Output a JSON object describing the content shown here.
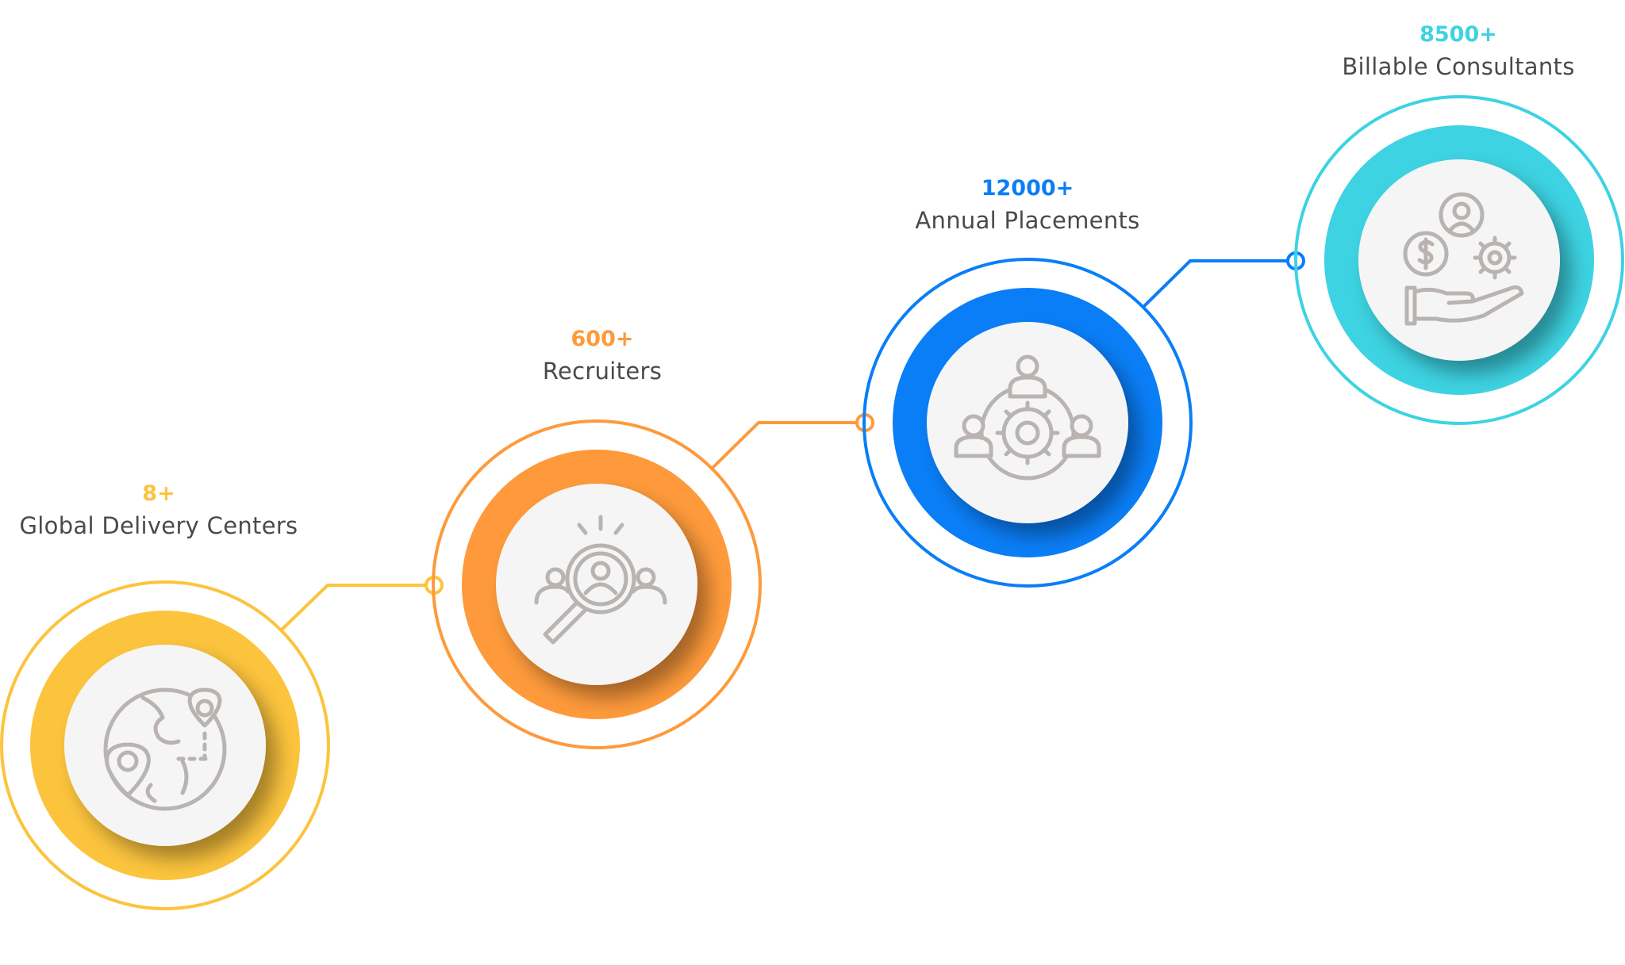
{
  "stats": [
    {
      "value": "8+",
      "label": "Global Delivery Centers",
      "color": "#fcc43d",
      "icon": "globe-location-icon"
    },
    {
      "value": "600+",
      "label": "Recruiters",
      "color": "#fe9a3b",
      "icon": "recruiter-search-icon"
    },
    {
      "value": "12000+",
      "label": "Annual Placements",
      "color": "#0a7ef7",
      "icon": "team-gear-icon"
    },
    {
      "value": "8500+",
      "label": "Billable Consultants",
      "color": "#3dd3e2",
      "icon": "hand-money-gear-icon"
    }
  ]
}
